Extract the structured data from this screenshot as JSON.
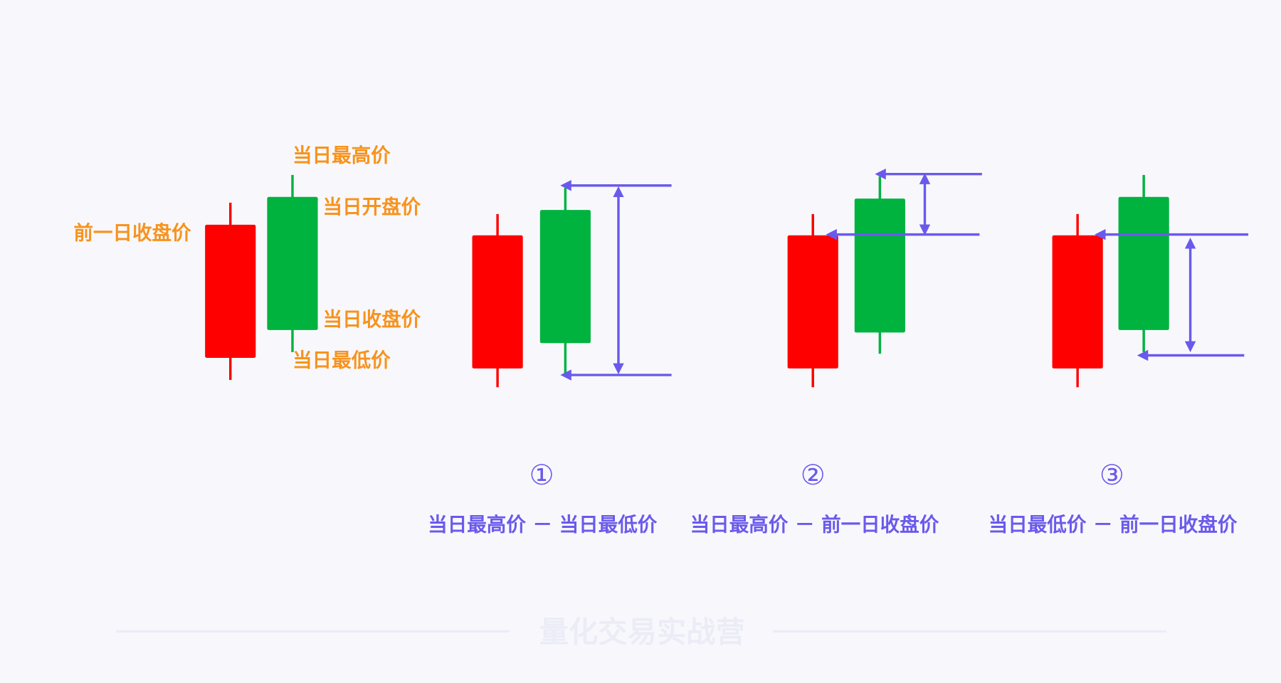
{
  "colors": {
    "up_red": "#ff0000",
    "down_green": "#00b33f",
    "accent_purple": "#6a5aec",
    "label_orange": "#f7931e",
    "background": "#f8f8fc"
  },
  "legend_labels": {
    "high": "当日最高价",
    "open": "当日开盘价",
    "prev_close": "前一日收盘价",
    "close": "当日收盘价",
    "low": "当日最低价"
  },
  "cases": [
    {
      "number": "①",
      "caption": "当日最高价 － 当日最低价"
    },
    {
      "number": "②",
      "caption": "当日最高价 － 前一日收盘价"
    },
    {
      "number": "③",
      "caption": "当日最低价 － 前一日收盘价"
    }
  ],
  "watermark": "量化交易实战营"
}
